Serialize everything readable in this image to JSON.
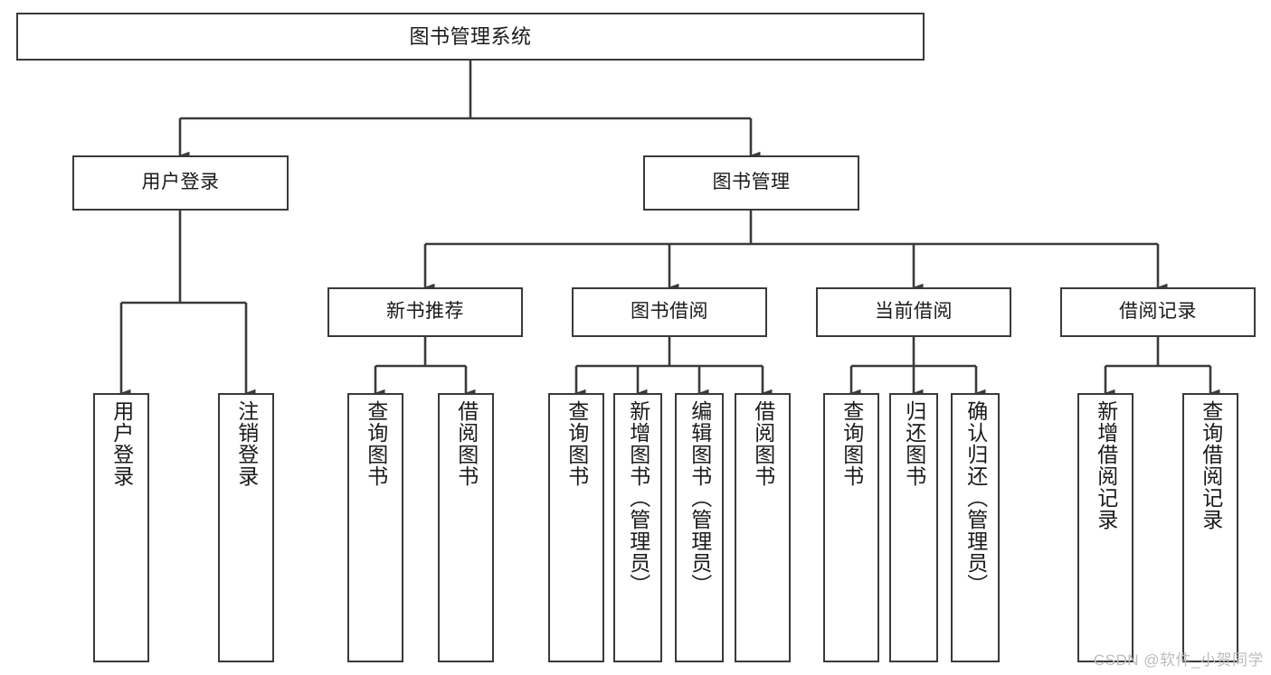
{
  "diagram": {
    "title": "图书管理系统",
    "type": "功能结构图",
    "stroke_color": "#3a3a3a",
    "fill_color": "#ffffff",
    "text_color": "#1a1a1a",
    "watermark": "CSDN @软件_小贺同学",
    "levels": {
      "root": {
        "label": "图书管理系统"
      },
      "level1": [
        {
          "label": "用户登录"
        },
        {
          "label": "图书管理"
        }
      ],
      "level2": [
        {
          "label": "新书推荐"
        },
        {
          "label": "图书借阅"
        },
        {
          "label": "当前借阅"
        },
        {
          "label": "借阅记录"
        }
      ],
      "leaves": {
        "user_login": [
          {
            "label": "用户登录"
          },
          {
            "label": "注销登录"
          }
        ],
        "new_book_recommend": [
          {
            "label": "查询图书"
          },
          {
            "label": "借阅图书"
          }
        ],
        "book_borrow": [
          {
            "label": "查询图书"
          },
          {
            "label": "新增图书（管理员）"
          },
          {
            "label": "编辑图书（管理员）"
          },
          {
            "label": "借阅图书"
          }
        ],
        "current_borrow": [
          {
            "label": "查询图书"
          },
          {
            "label": "归还图书"
          },
          {
            "label": "确认归还（管理员）"
          }
        ],
        "borrow_record": [
          {
            "label": "新增借阅记录"
          },
          {
            "label": "查询借阅记录"
          }
        ]
      }
    }
  }
}
